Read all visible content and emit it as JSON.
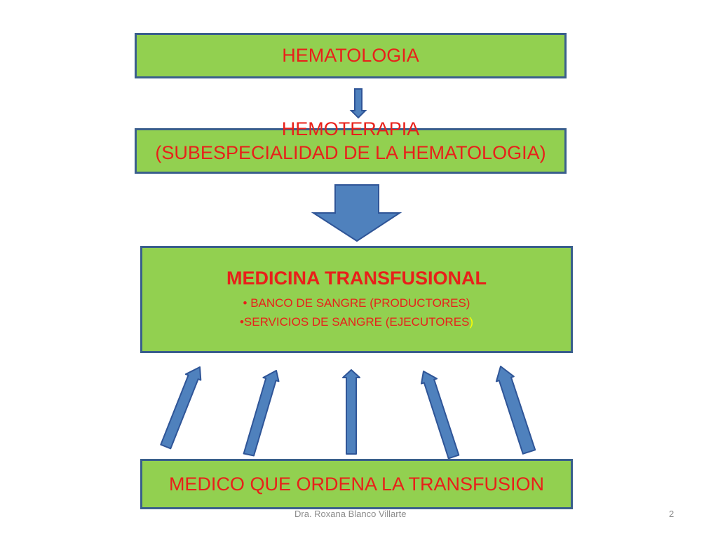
{
  "slide": {
    "box1": {
      "label": "HEMATOLOGIA"
    },
    "box2": {
      "line1": "HEMOTERAPIA",
      "line2": "(SUBESPECIALIDAD DE LA HEMATOLOGIA)"
    },
    "box3": {
      "title": "MEDICINA TRANSFUSIONAL",
      "item1": "• BANCO DE SANGRE (PRODUCTORES)",
      "item2": "•SERVICIOS DE SANGRE (EJECUTORES",
      "item2_paren": ")"
    },
    "box4": {
      "label": "MEDICO QUE ORDENA LA TRANSFUSION"
    }
  },
  "footer": {
    "author": "Dra. Roxana Blanco Villarte",
    "page_number": "2"
  },
  "colors": {
    "box_fill": "#92d050",
    "box_border": "#3a5f8c",
    "text_red": "#e8201a",
    "arrow_fill": "#4f81bd",
    "arrow_stroke": "#2f5597"
  }
}
